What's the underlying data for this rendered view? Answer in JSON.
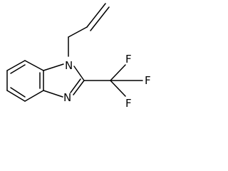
{
  "structure": {
    "type": "chemical-structure",
    "atom_labels": {
      "n1": "N",
      "n3": "N",
      "f_top": "F",
      "f_right": "F",
      "f_bottom": "F"
    },
    "colors": {
      "bond": "#000000",
      "text": "#000000",
      "background": "#ffffff"
    }
  }
}
